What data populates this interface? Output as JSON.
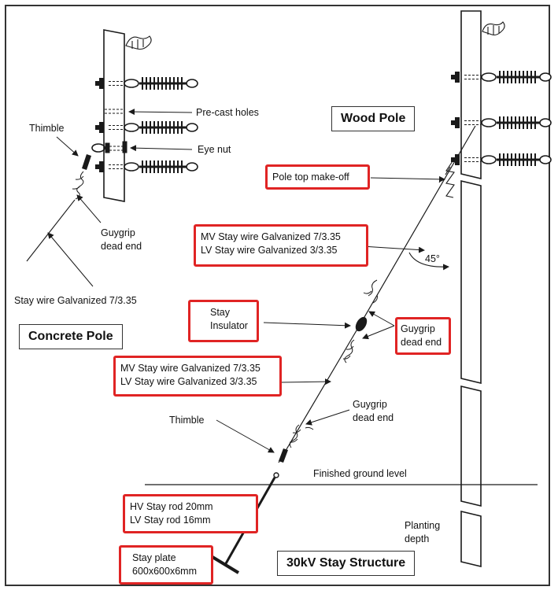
{
  "titles": {
    "wood_pole": "Wood Pole",
    "concrete_pole": "Concrete Pole",
    "stay_structure": "30kV Stay Structure"
  },
  "labels": {
    "thimble_top": "Thimble",
    "precast_holes": "Pre-cast holes",
    "eye_nut": "Eye nut",
    "guygrip_concrete_1": "Guygrip",
    "guygrip_concrete_2": "dead end",
    "stay_wire_concrete": "Stay wire Galvanized 7/3.35",
    "angle": "45°",
    "thimble_bottom": "Thimble",
    "guygrip_lower_1": "Guygrip",
    "guygrip_lower_2": "dead end",
    "ground_level": "Finished ground level",
    "planting_1": "Planting",
    "planting_2": "depth"
  },
  "callouts": {
    "pole_top": "Pole top make-off",
    "mv_wire_upper": "MV Stay wire Galvanized 7/3.35",
    "lv_wire_upper": "LV Stay wire Galvanized 3/3.35",
    "stay_insulator_1": "Stay",
    "stay_insulator_2": "Insulator",
    "guygrip_1": "Guygrip",
    "guygrip_2": "dead end",
    "mv_wire_lower": "MV Stay wire Galvanized 7/3.35",
    "lv_wire_lower": "LV Stay wire Galvanized 3/3.35",
    "hv_rod": "HV Stay rod 20mm",
    "lv_rod": "LV Stay rod 16mm",
    "plate_1": "Stay plate",
    "plate_2": "600x600x6mm"
  },
  "colors": {
    "callout_border": "#e02424",
    "line": "#1a1a1a"
  }
}
